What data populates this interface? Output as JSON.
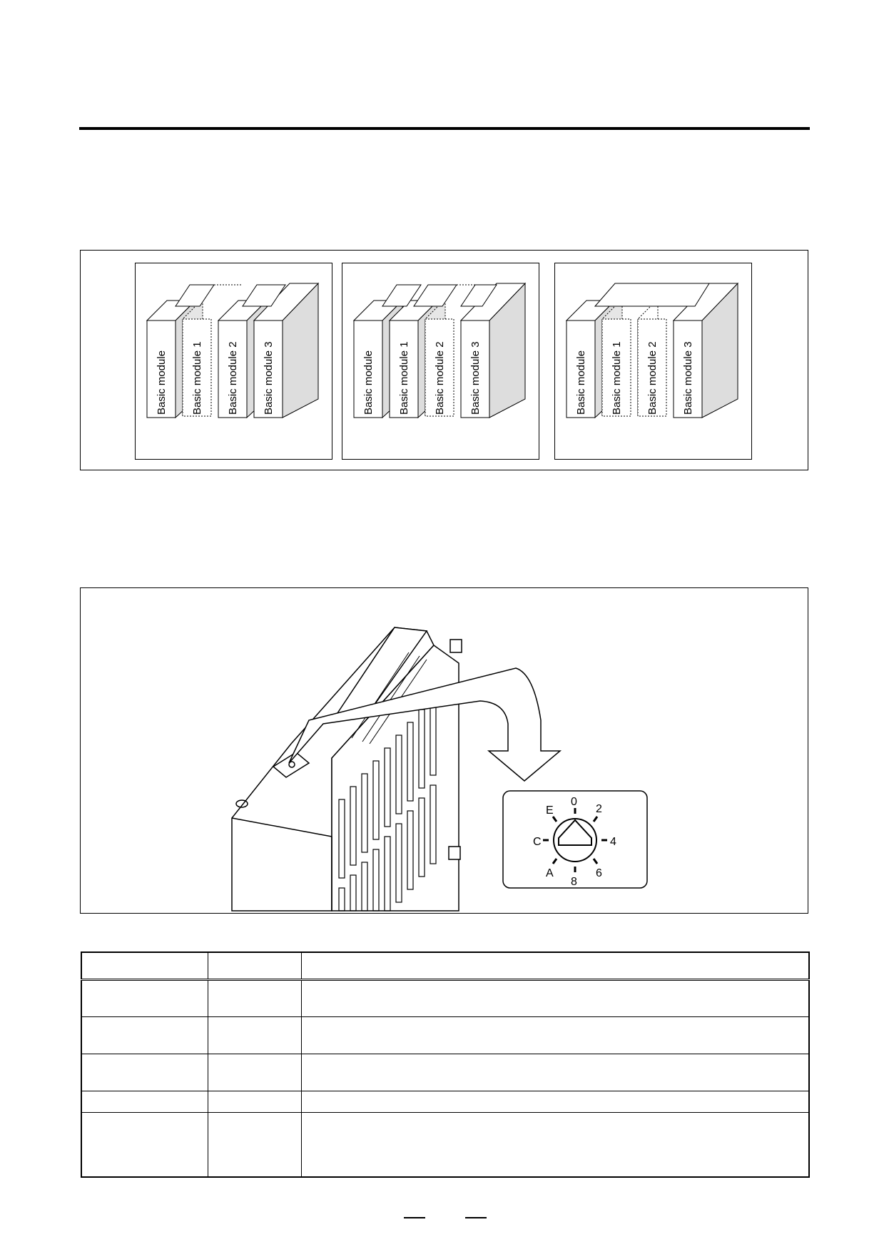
{
  "figure1": {
    "panels": [
      {
        "labels": [
          "Basic module",
          "Basic module 1",
          "Basic module 2",
          "Basic module 3"
        ]
      },
      {
        "labels": [
          "Basic module",
          "Basic module 1",
          "Basic module 2",
          "Basic module 3"
        ]
      },
      {
        "labels": [
          "Basic module",
          "Basic module 1",
          "Basic module 2",
          "Basic module 3"
        ]
      }
    ]
  },
  "figure2": {
    "dial_labels": [
      "0",
      "2",
      "4",
      "6",
      "8",
      "A",
      "C",
      "E"
    ]
  },
  "table": {
    "rows": 5,
    "columns": 3
  }
}
